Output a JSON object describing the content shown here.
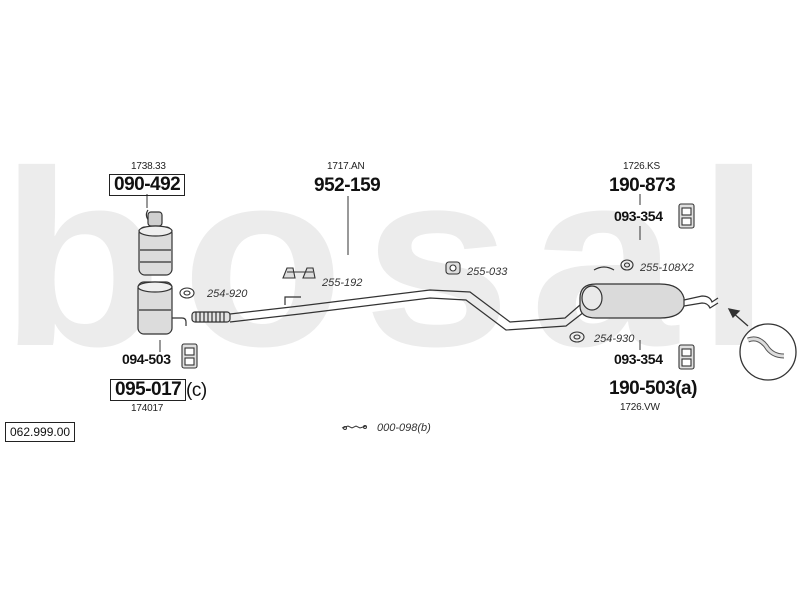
{
  "watermark": "bosal",
  "reference_number": "062.999.00",
  "parts": {
    "catalyst_label": "1738.33",
    "catalyst_number": "090-492",
    "filter_mount_number": "094-503",
    "filter_number": "095-017",
    "filter_suffix": "(c)",
    "filter_label": "174017",
    "gasket_1": "254-920",
    "center_pipe_label": "1717.AN",
    "center_pipe_number": "952-159",
    "clamp_1": "255-192",
    "clamp_2": "255-033",
    "rear_label_top": "1726.KS",
    "rear_number_top": "190-873",
    "rear_mount_top": "093-354",
    "rubber_ring": "255-108X2",
    "gasket_2": "254-930",
    "rear_mount_bottom": "093-354",
    "rear_number_bottom": "190-503(a)",
    "rear_label_bottom": "1726.VW",
    "kit": "000-098(b)"
  }
}
